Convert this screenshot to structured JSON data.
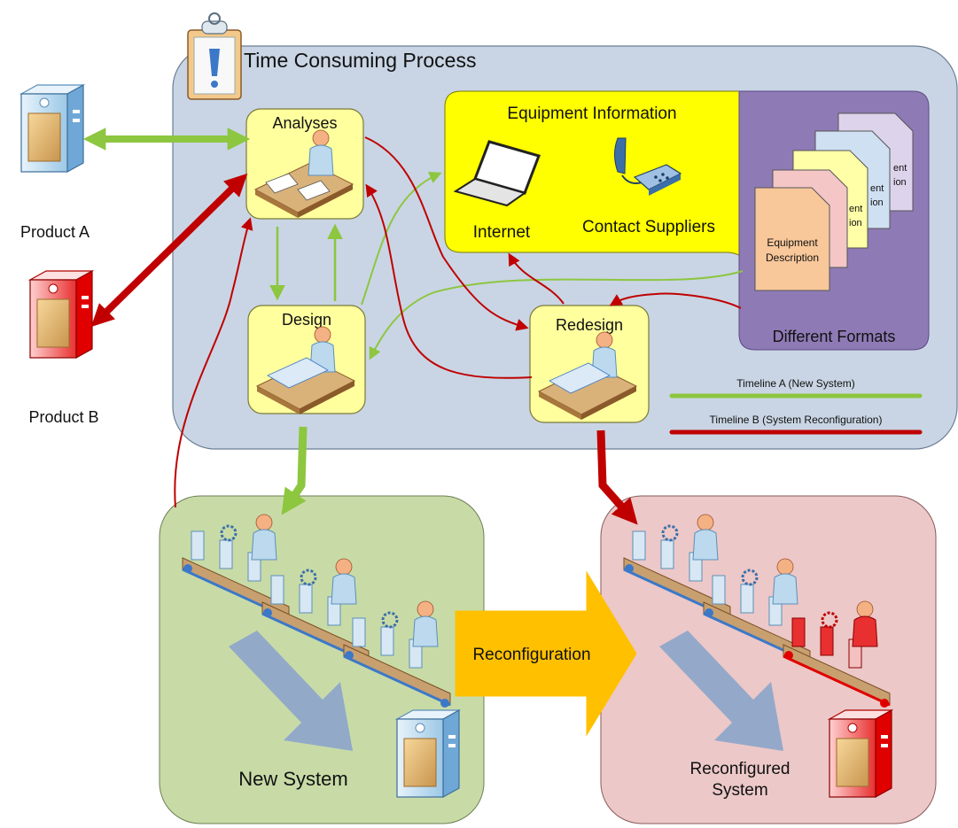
{
  "process": {
    "title": "Time Consuming Process"
  },
  "products": {
    "a": "Product A",
    "b": "Product B"
  },
  "steps": {
    "analyses": "Analyses",
    "design": "Design",
    "redesign": "Redesign"
  },
  "equipment": {
    "title": "Equipment Information",
    "internet": "Internet",
    "suppliers": "Contact Suppliers"
  },
  "formats": {
    "title": "Different Formats",
    "doc_line1": "Equipment",
    "doc_line2": "Description",
    "back_fragments": [
      "ent",
      "ion",
      "ent",
      "ion",
      "ent",
      "ion"
    ]
  },
  "timelines": {
    "a": "Timeline A (New System)",
    "b": "Timeline B (System Reconfiguration)",
    "a_color": "#8dc63f",
    "b_color": "#c00000"
  },
  "systems": {
    "new": "New System",
    "reconfigured_line1": "Reconfigured",
    "reconfigured_line2": "System",
    "transition": "Reconfiguration"
  },
  "colors": {
    "process_bg": "#c9d5e4",
    "equipment_bg": "#ffff00",
    "formats_bg": "#8e7ab5",
    "step_bg": "#ffff9e",
    "new_system_bg": "#c8dba7",
    "reconfigured_bg": "#ecc8c8",
    "transition_arrow": "#ffc000"
  }
}
